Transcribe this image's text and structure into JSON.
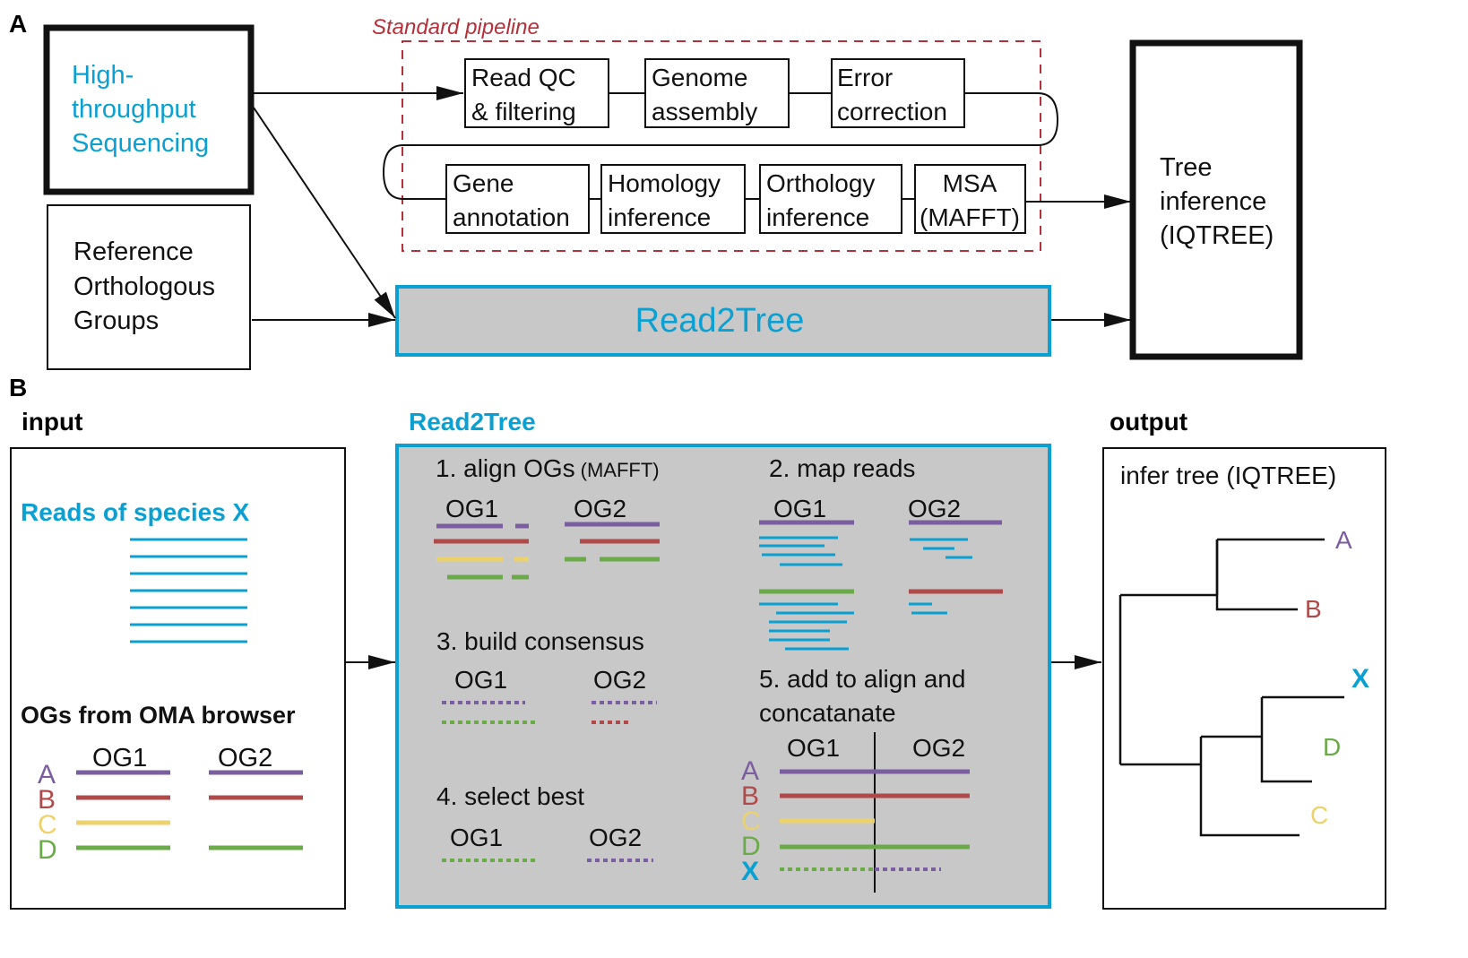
{
  "colors": {
    "cyan": "#0aa0d2",
    "red_dash": "#b5303a",
    "purple": "#7b5ea0",
    "red": "#b04a4a",
    "yellow": "#ecd26a",
    "green": "#6aaa48",
    "grey_fill": "#c8c8c8"
  },
  "panelA": {
    "label": "A",
    "hts": [
      "High-",
      "throughput",
      "Sequencing"
    ],
    "ref": [
      "Reference",
      "Orthologous",
      "Groups"
    ],
    "pipeline_title": "Standard pipeline",
    "row1": [
      [
        "Read QC",
        "& filtering"
      ],
      [
        "Genome",
        "assembly"
      ],
      [
        "Error",
        "correction"
      ]
    ],
    "row2": [
      [
        "Gene",
        "annotation"
      ],
      [
        "Homology",
        "inference"
      ],
      [
        "Orthology",
        "inference"
      ],
      [
        "MSA",
        "(MAFFT)"
      ]
    ],
    "read2tree": "Read2Tree",
    "tree": [
      "Tree",
      "inference",
      "(IQTREE)"
    ]
  },
  "panelB": {
    "label": "B",
    "input_title": "input",
    "r2t_title": "Read2Tree",
    "output_title": "output",
    "reads_title": "Reads of species X",
    "ogs_title": "OGs from OMA browser",
    "species": [
      "A",
      "B",
      "C",
      "D"
    ],
    "og1": "OG1",
    "og2": "OG2",
    "step1": "1. align OGs",
    "step1_tool": "(MAFFT)",
    "step2": "2. map reads",
    "step3": "3. build consensus",
    "step4": "4. select best",
    "step5": [
      "5. add to align and",
      "concatanate"
    ],
    "x_label": "X",
    "infer_title": "infer tree (IQTREE)",
    "tree_leaves": [
      "A",
      "B",
      "X",
      "D",
      "C"
    ]
  }
}
